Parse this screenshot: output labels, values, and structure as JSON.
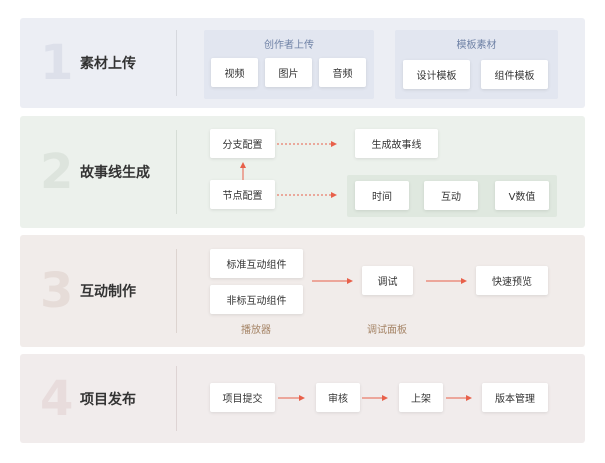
{
  "stages": [
    {
      "number": "1",
      "title": "素材上传",
      "groups": [
        {
          "label": "创作者上传",
          "items": [
            "视频",
            "图片",
            "音频"
          ]
        },
        {
          "label": "模板素材",
          "items": [
            "设计模板",
            "组件模板"
          ]
        }
      ]
    },
    {
      "number": "2",
      "title": "故事线生成",
      "nodes": {
        "branch": "分支配置",
        "node": "节点配置",
        "storyline": "生成故事线",
        "time": "时间",
        "interaction": "互动",
        "v_value": "V数值"
      }
    },
    {
      "number": "3",
      "title": "互动制作",
      "nodes": {
        "standard": "标准互动组件",
        "nonstandard": "非标互动组件",
        "debug": "调试",
        "preview": "快速预览"
      },
      "captions": {
        "player": "播放器",
        "debug_panel": "调试面板"
      }
    },
    {
      "number": "4",
      "title": "项目发布",
      "steps": [
        "项目提交",
        "审核",
        "上架",
        "版本管理"
      ]
    }
  ],
  "colors": {
    "arrow": "#e8604a",
    "stage1_bg": "#eceef4",
    "stage2_bg": "#ecf1ec",
    "stage3_bg": "#f1ecea",
    "stage4_bg": "#f1ecec",
    "group_label": "#6f82a6",
    "caption": "#a58466"
  }
}
